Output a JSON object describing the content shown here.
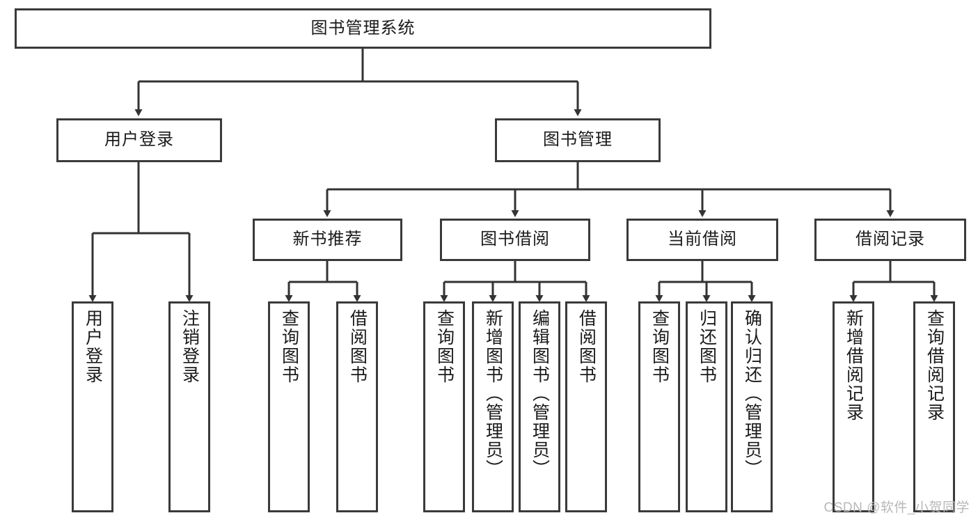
{
  "diagram": {
    "type": "tree-hierarchy-chart",
    "title": "图书管理系统",
    "watermark": "CSDN @软件_小贺同学",
    "colors": {
      "box_border": "#3a3a3a",
      "box_fill": "#ffffff",
      "edge": "#333333",
      "text": "#1a1a1a",
      "watermark": "#b8b8b8",
      "background": "#ffffff"
    },
    "levels": [
      {
        "level": 1,
        "nodes": [
          {
            "id": "root",
            "label": "图书管理系统",
            "orientation": "horizontal"
          }
        ]
      },
      {
        "level": 2,
        "nodes": [
          {
            "id": "user-login",
            "label": "用户登录",
            "orientation": "horizontal",
            "parent": "root"
          },
          {
            "id": "book-manage",
            "label": "图书管理",
            "orientation": "horizontal",
            "parent": "root"
          }
        ]
      },
      {
        "level": 3,
        "nodes": [
          {
            "id": "new-book-rec",
            "label": "新书推荐",
            "orientation": "horizontal",
            "parent": "book-manage"
          },
          {
            "id": "book-borrow",
            "label": "图书借阅",
            "orientation": "horizontal",
            "parent": "book-manage"
          },
          {
            "id": "current-borrow",
            "label": "当前借阅",
            "orientation": "horizontal",
            "parent": "book-manage"
          },
          {
            "id": "borrow-record",
            "label": "借阅记录",
            "orientation": "horizontal",
            "parent": "book-manage"
          }
        ]
      },
      {
        "level": 4,
        "nodes": [
          {
            "id": "leaf-user-login",
            "label": "用户登录",
            "orientation": "vertical",
            "parent": "user-login"
          },
          {
            "id": "leaf-logout-login",
            "label": "注销登录",
            "orientation": "vertical",
            "parent": "user-login"
          },
          {
            "id": "leaf-query-book-1",
            "label": "查询图书",
            "orientation": "vertical",
            "parent": "new-book-rec"
          },
          {
            "id": "leaf-borrow-book-1",
            "label": "借阅图书",
            "orientation": "vertical",
            "parent": "new-book-rec"
          },
          {
            "id": "leaf-query-book-2",
            "label": "查询图书",
            "orientation": "vertical",
            "parent": "book-borrow"
          },
          {
            "id": "leaf-add-book",
            "label": "新增图书（管理员）",
            "orientation": "vertical",
            "parent": "book-borrow"
          },
          {
            "id": "leaf-edit-book",
            "label": "编辑图书（管理员）",
            "orientation": "vertical",
            "parent": "book-borrow"
          },
          {
            "id": "leaf-borrow-book-2",
            "label": "借阅图书",
            "orientation": "vertical",
            "parent": "book-borrow"
          },
          {
            "id": "leaf-query-book-3",
            "label": "查询图书",
            "orientation": "vertical",
            "parent": "current-borrow"
          },
          {
            "id": "leaf-return-book",
            "label": "归还图书",
            "orientation": "vertical",
            "parent": "current-borrow"
          },
          {
            "id": "leaf-confirm-return",
            "label": "确认归还（管理员）",
            "orientation": "vertical",
            "parent": "current-borrow"
          },
          {
            "id": "leaf-add-record",
            "label": "新增借阅记录",
            "orientation": "vertical",
            "parent": "borrow-record"
          },
          {
            "id": "leaf-query-record",
            "label": "查询借阅记录",
            "orientation": "vertical",
            "parent": "borrow-record"
          }
        ]
      }
    ]
  }
}
